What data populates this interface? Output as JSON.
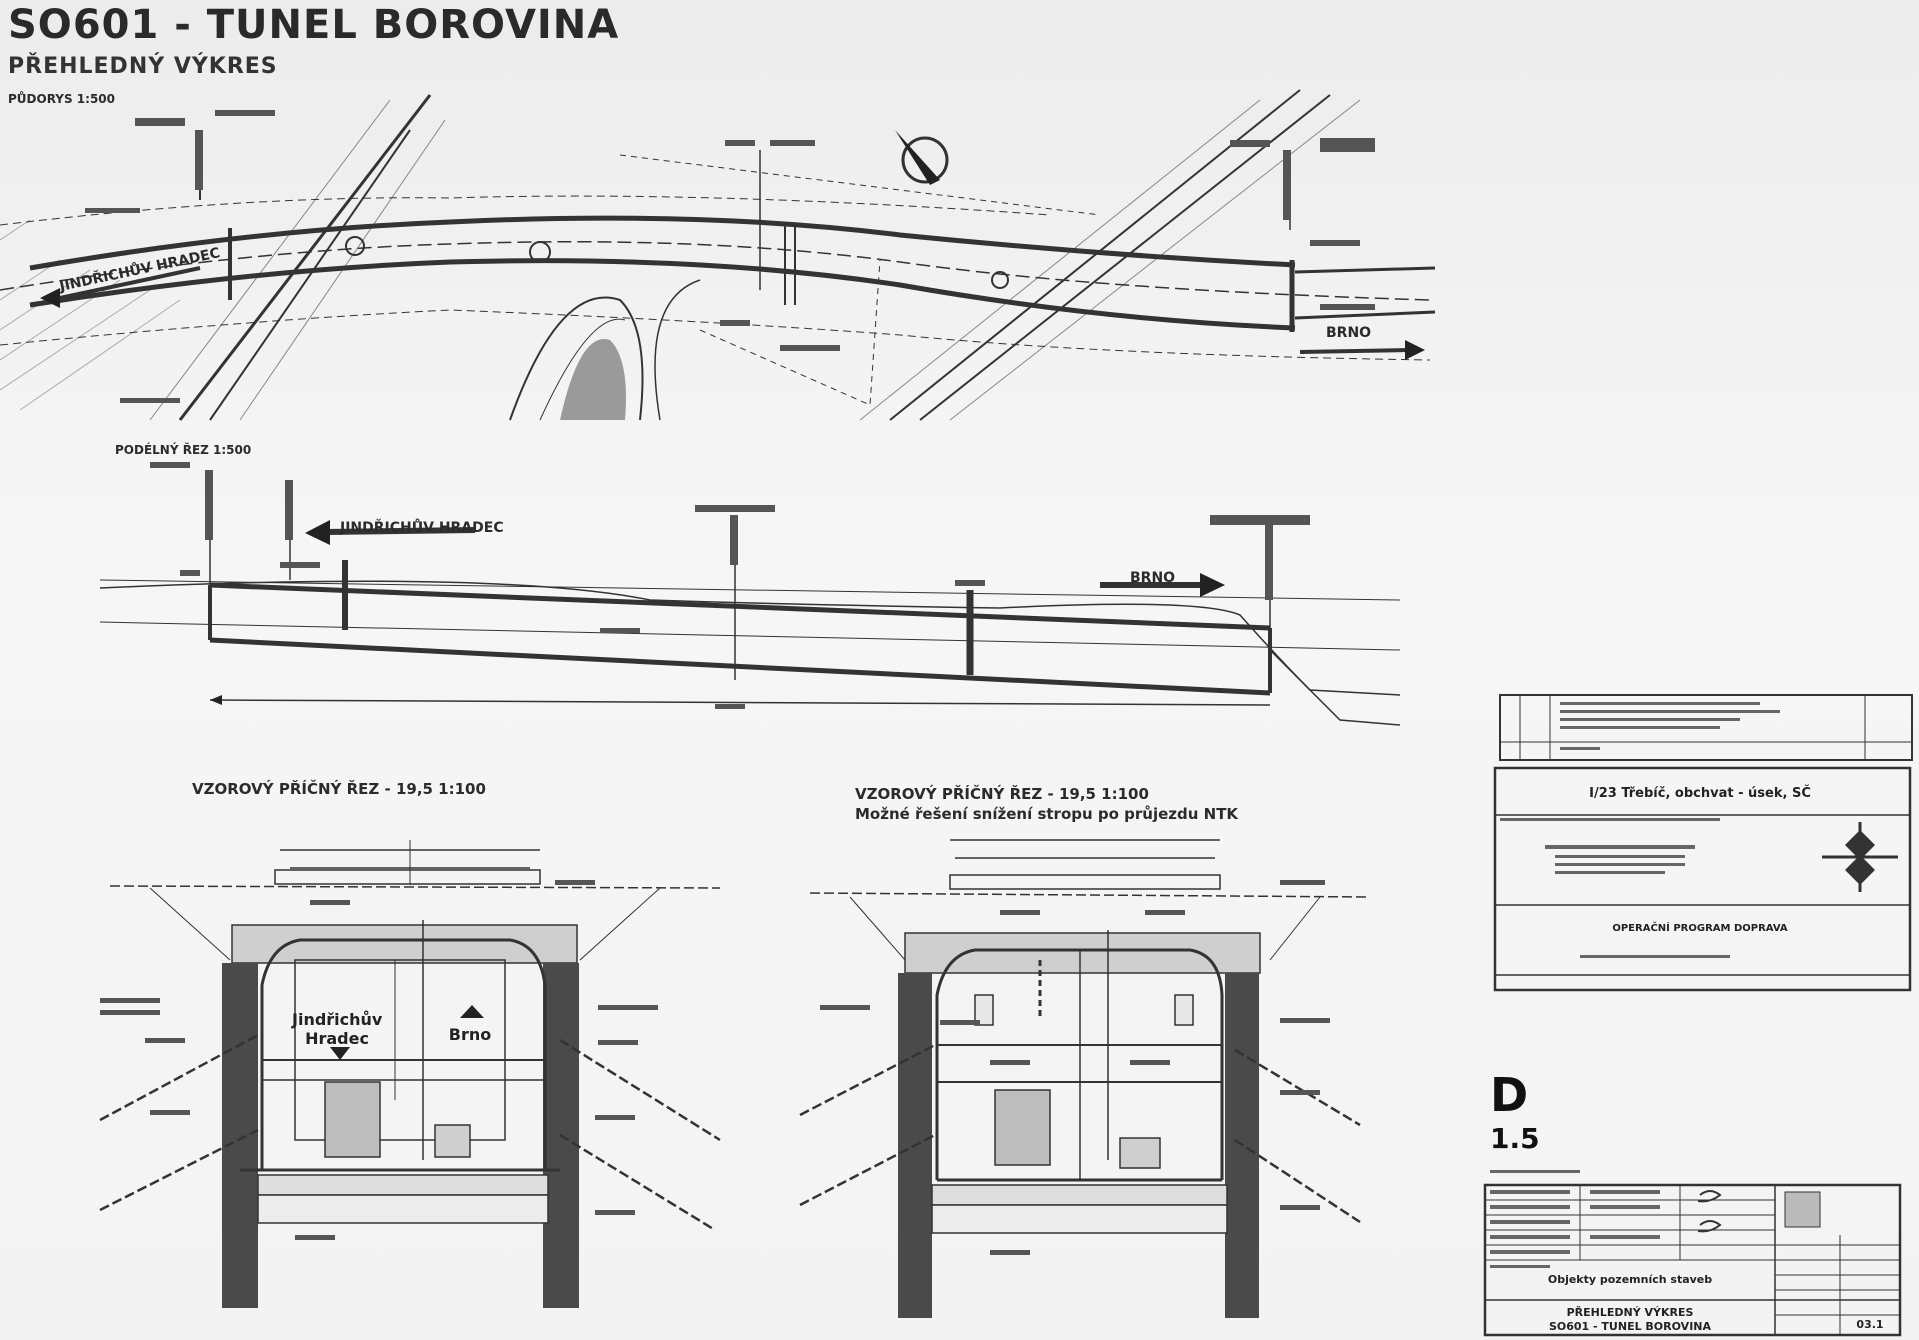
{
  "header": {
    "title": "SO601 - TUNEL BOROVINA",
    "subtitle": "PŘEHLEDNÝ VÝKRES",
    "plan_label": "PŮDORYS 1:500"
  },
  "plan": {
    "dir_left": "JINDŘICHŮV HRADEC",
    "dir_right": "BRNO"
  },
  "profile": {
    "label": "PODÉLNÝ ŘEZ 1:500",
    "dir_left": "JINDŘICHŮV HRADEC",
    "dir_right": "BRNO"
  },
  "sections": {
    "left_title": "VZOROVÝ PŘÍČNÝ ŘEZ - 19,5 1:100",
    "right_title_1": "VZOROVÝ PŘÍČNÝ ŘEZ - 19,5 1:100",
    "right_title_2": "Možné řešení snížení stropu po průjezdu NTK",
    "left_dir_1": "Jindřichův Hradec",
    "left_dir_2": "Brno"
  },
  "title_block": {
    "road": "I/23 Třebíč, obchvat - úsek, SČ",
    "project": "OPERAČNÍ PROGRAM DOPRAVA",
    "sheet_letter": "D",
    "sheet_number": "1.5",
    "content_label": "Objekty pozemních staveb",
    "drawing_name_1": "PŘEHLEDNÝ VÝKRES",
    "drawing_name_2": "SO601 - TUNEL BOROVINA",
    "sheet_code": "03.1"
  },
  "colors": {
    "ink": "#222222",
    "wall": "#4a4a4a",
    "slab": "#c8c8c8",
    "paper": "#f3f3f3"
  }
}
